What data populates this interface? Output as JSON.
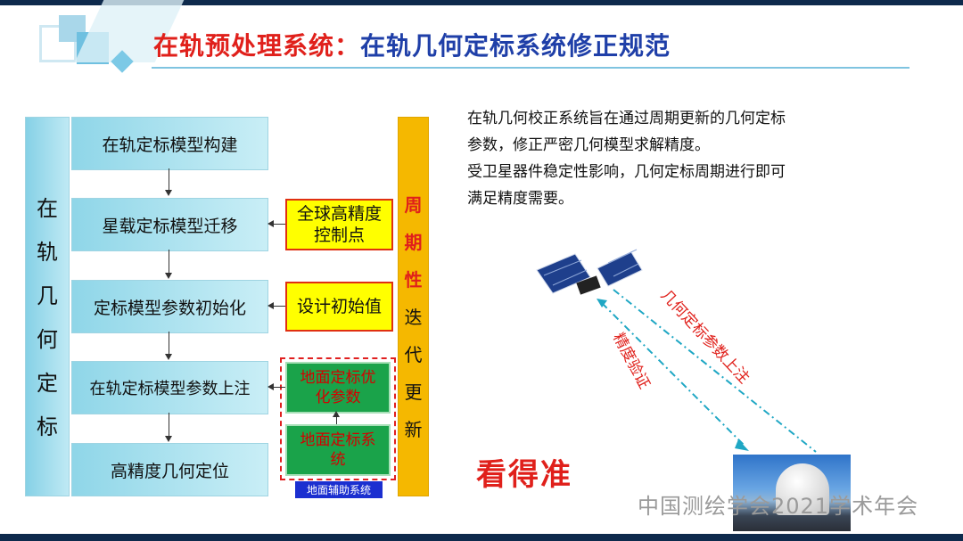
{
  "title": {
    "part1": "在轨预处理系统：",
    "part2": "在轨几何定标系统修正规范"
  },
  "left_column": [
    "在",
    "轨",
    "几",
    "何",
    "定",
    "标"
  ],
  "steps": [
    "在轨定标模型构建",
    "星载定标模型迁移",
    "定标模型参数初始化",
    "在轨定标模型参数上注",
    "高精度几何定位"
  ],
  "inputs": {
    "gcp": [
      "全球高精度",
      "控制点"
    ],
    "init": "设计初始值",
    "ground_opt": [
      "地面定标优",
      "化参数"
    ],
    "ground_sys": [
      "地面定标系",
      "统"
    ],
    "ground_aux_label": "地面辅助系统"
  },
  "cycle": {
    "highlight": [
      "周",
      "期",
      "性"
    ],
    "rest": [
      "迭",
      "代",
      "更",
      "新"
    ]
  },
  "description": {
    "line1": "在轨几何校正系统旨在通过周期更新的几何定标",
    "line2": "参数，修正严密几何模型求解精度。",
    "line3": "受卫星器件稳定性影响，几何定标周期进行即可",
    "line4": "满足精度需要。"
  },
  "illustration": {
    "label_upload": "几何定标参数上注",
    "label_verify": "精度验证"
  },
  "slogan": "看得准",
  "watermark": "中国测绘学会2021学术年会",
  "colors": {
    "title_red": "#e0201b",
    "title_blue": "#1f3fa8",
    "cycle_bg": "#f5b800",
    "box_bg": "#8fd6e8"
  }
}
